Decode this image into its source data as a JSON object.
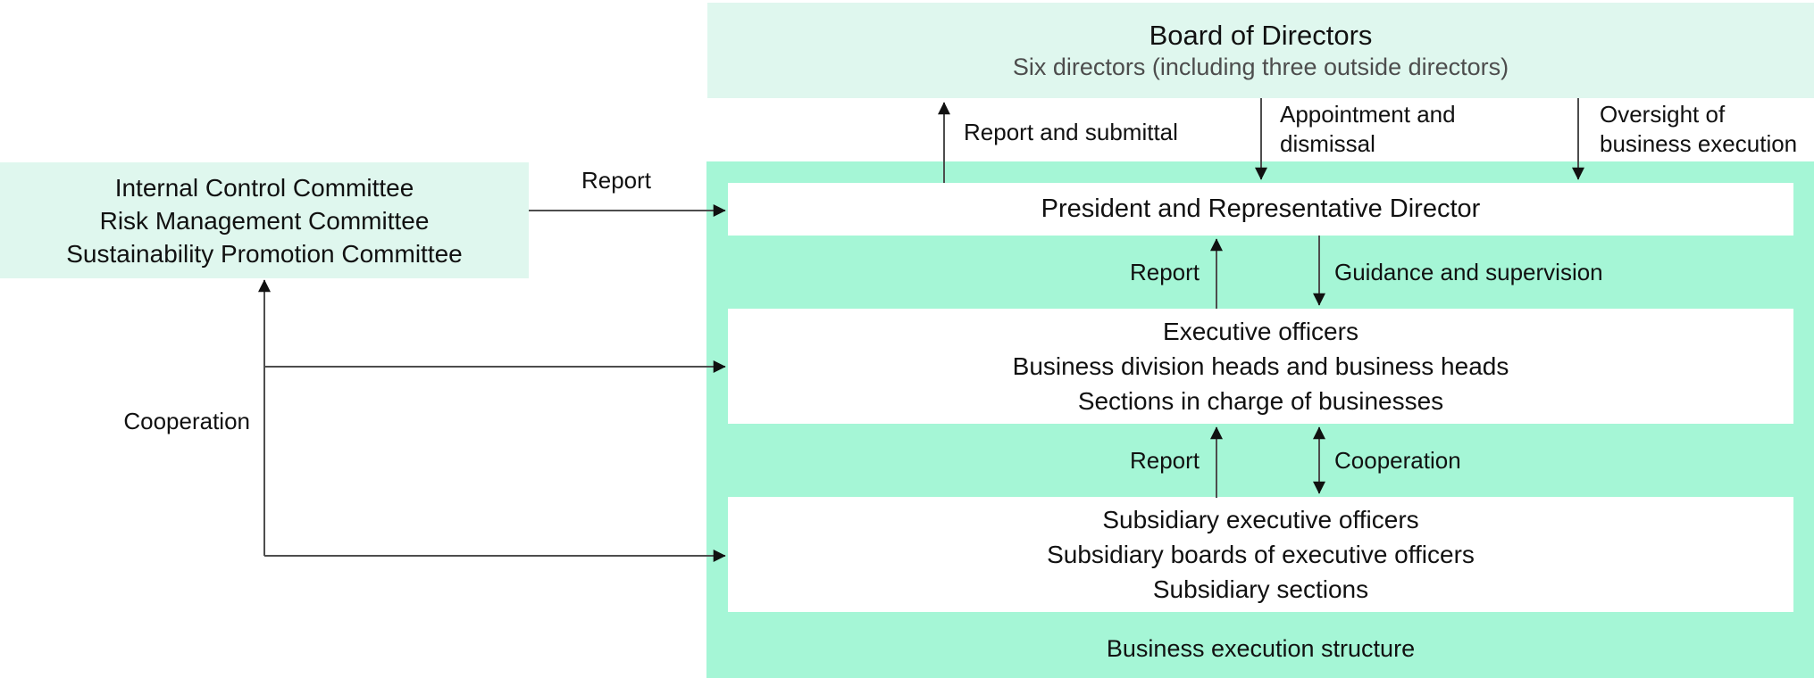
{
  "board": {
    "title": "Board of Directors",
    "subtitle": "Six directors (including three outside directors)"
  },
  "committees": {
    "lines": [
      "Internal Control Committee",
      "Risk Management Committee",
      "Sustainability Promotion Committee"
    ]
  },
  "execution": {
    "president": "President and Representative Director",
    "executive_lines": [
      "Executive officers",
      "Business division heads and business heads",
      "Sections in charge of businesses"
    ],
    "subsidiary_lines": [
      "Subsidiary executive officers",
      "Subsidiary boards of executive officers",
      "Subsidiary sections"
    ],
    "caption": "Business execution structure"
  },
  "arrow_labels": {
    "report_and_submittal": "Report and submittal",
    "appointment_and_dismissal": "Appointment and dismissal",
    "oversight_of_business_execution": "Oversight of business execution",
    "report_from_committees": "Report",
    "report_exec_to_president": "Report",
    "guidance_and_supervision": "Guidance and supervision",
    "report_subsidiary_to_exec": "Report",
    "cooperation_exec_subsidiary": "Cooperation",
    "cooperation_committees": "Cooperation"
  },
  "colors": {
    "block_green": "#a5f6d6",
    "light_mint": "#dff7ee",
    "line": "#4d4d4d",
    "arrowhead": "#111111",
    "text": "#111111",
    "subtitle_gray": "#4d4d4d"
  }
}
